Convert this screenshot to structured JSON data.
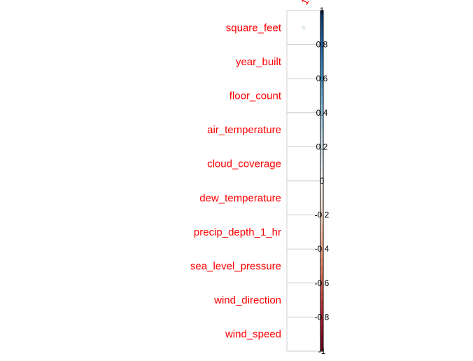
{
  "chart_data": {
    "type": "heatmap",
    "title": "",
    "rows": [
      "square_feet",
      "year_built",
      "floor_count",
      "air_temperature",
      "cloud_coverage",
      "dew_temperature",
      "precip_depth_1_hr",
      "sea_level_pressure",
      "wind_direction",
      "wind_speed"
    ],
    "columns": [
      "meter_reading"
    ],
    "column_label_visible": "1",
    "values": [
      [
        0.12
      ],
      [
        0.0
      ],
      [
        0.01
      ],
      [
        0.0
      ],
      [
        0.02
      ],
      [
        0.0
      ],
      [
        0.0
      ],
      [
        0.01
      ],
      [
        0.0
      ],
      [
        0.01
      ]
    ],
    "colorbar": {
      "range": [
        -1,
        1
      ],
      "ticks": [
        "1",
        "0.8",
        "0.6",
        "0.4",
        "0.2",
        "0",
        "-0.2",
        "-0.4",
        "-0.6",
        "-0.8",
        "-1"
      ],
      "colors": [
        "#67001f",
        "#b2182b",
        "#d6604d",
        "#f4a582",
        "#fddbc7",
        "#f7f7f7",
        "#d1e5f0",
        "#92c5de",
        "#4393c3",
        "#2166ac",
        "#053061"
      ]
    },
    "label_color": "#ff0000",
    "grid": true
  }
}
